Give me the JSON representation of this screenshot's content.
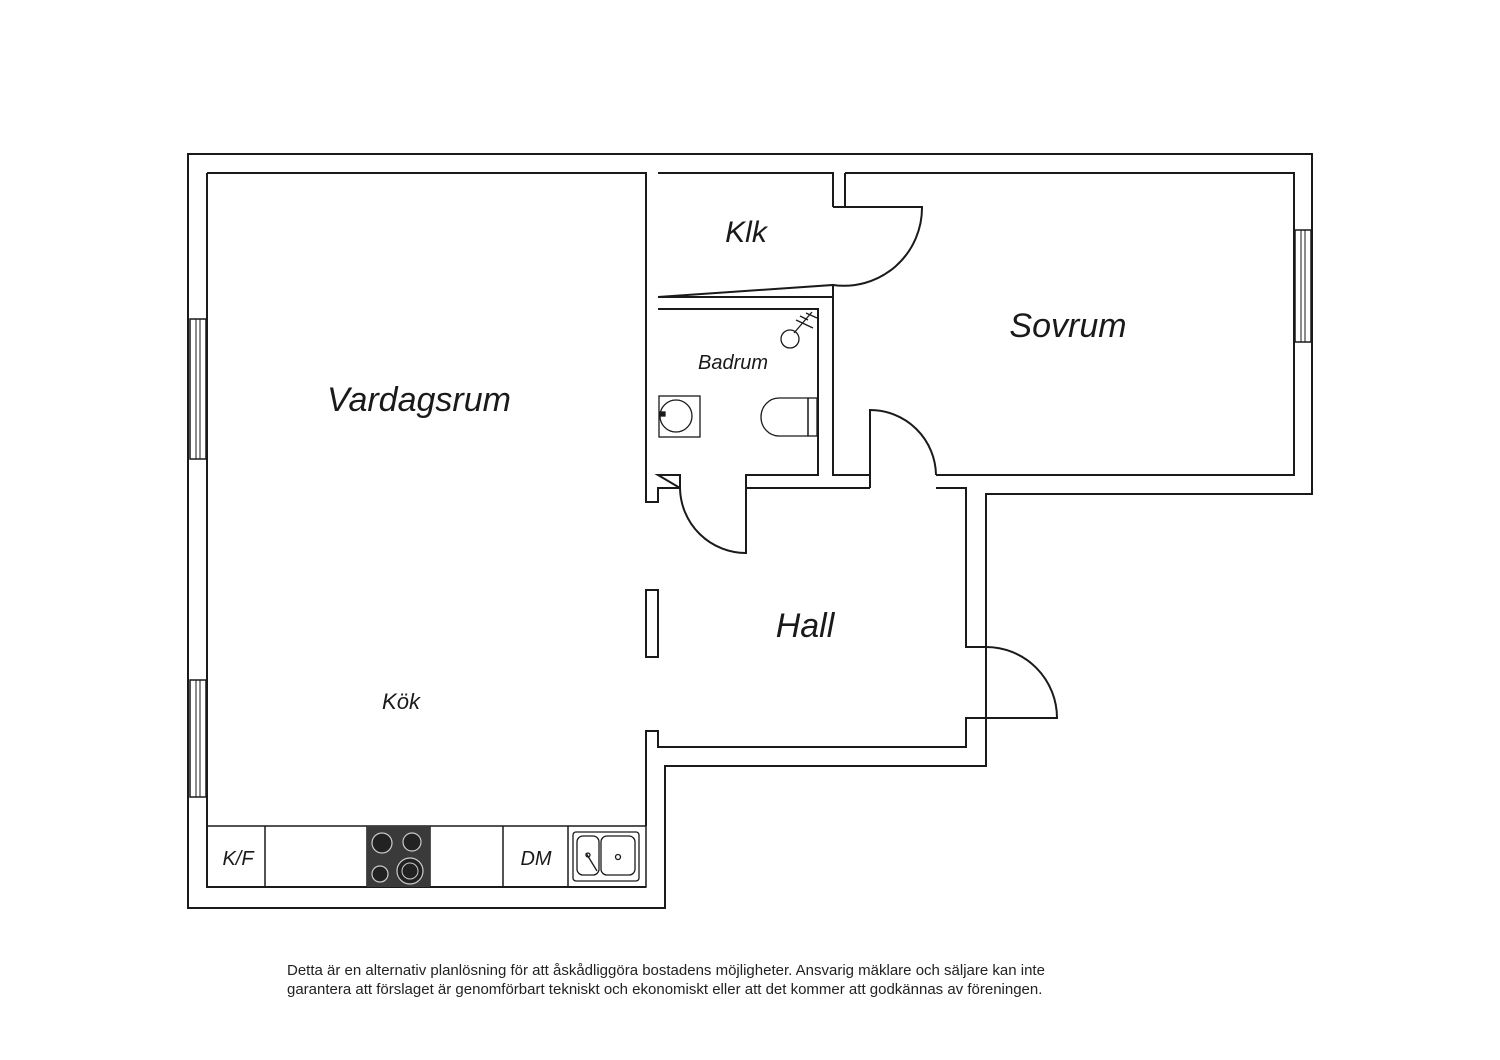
{
  "rooms": {
    "vardagsrum": "Vardagsrum",
    "kok": "Kök",
    "klk": "Klk",
    "badrum": "Badrum",
    "sovrum": "Sovrum",
    "hall": "Hall"
  },
  "appliances": {
    "fridge": "K/F",
    "dishwasher": "DM"
  },
  "disclaimer": {
    "line1": "Detta är en alternativ planlösning för att åskådliggöra bostadens möjligheter. Ansvarig mäklare och säljare kan inte",
    "line2": "garantera att förslaget är genomförbart tekniskt och ekonomiskt eller att det kommer att godkännas av föreningen."
  }
}
